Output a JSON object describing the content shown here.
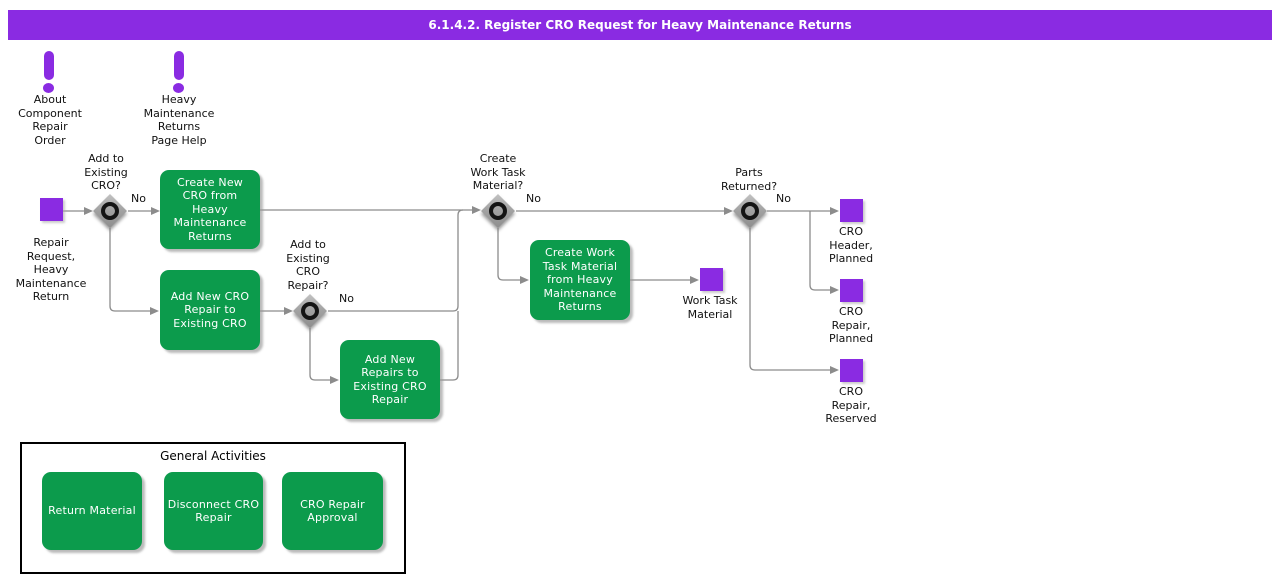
{
  "title_bar": {
    "text": "6.1.4.2. Register CRO Request for Heavy Maintenance Returns"
  },
  "help_links": [
    {
      "label": "About\nComponent\nRepair\nOrder"
    },
    {
      "label": "Heavy\nMaintenance\nReturns\nPage Help"
    }
  ],
  "start_event": {
    "label": "Repair\nRequest,\nHeavy\nMaintenance\nReturn"
  },
  "decisions": [
    {
      "question": "Add to\nExisting\nCRO?",
      "no_label": "No"
    },
    {
      "question": "Add to\nExisting\nCRO\nRepair?",
      "no_label": "No"
    },
    {
      "question": "Create\nWork Task\nMaterial?",
      "no_label": "No"
    },
    {
      "question": "Parts\nReturned?",
      "no_label": "No"
    }
  ],
  "activities": [
    {
      "label": "Create New\nCRO from\nHeavy\nMaintenance\nReturns"
    },
    {
      "label": "Add New CRO\nRepair to\nExisting CRO"
    },
    {
      "label": "Add New\nRepairs to\nExisting CRO\nRepair"
    },
    {
      "label": "Create Work\nTask Material\nfrom Heavy\nMaintenance\nReturns"
    }
  ],
  "outputs": [
    {
      "label": "Work Task\nMaterial"
    },
    {
      "label": "CRO\nHeader,\nPlanned"
    },
    {
      "label": "CRO\nRepair,\nPlanned"
    },
    {
      "label": "CRO\nRepair,\nReserved"
    }
  ],
  "general_activities": {
    "title": "General Activities",
    "items": [
      {
        "label": "Return Material"
      },
      {
        "label": "Disconnect CRO\nRepair"
      },
      {
        "label": "CRO Repair\nApproval"
      }
    ]
  },
  "colors": {
    "accent_purple": "#8a2be2",
    "activity_green": "#0c9b4c",
    "connector_gray": "#8c8c8c"
  }
}
